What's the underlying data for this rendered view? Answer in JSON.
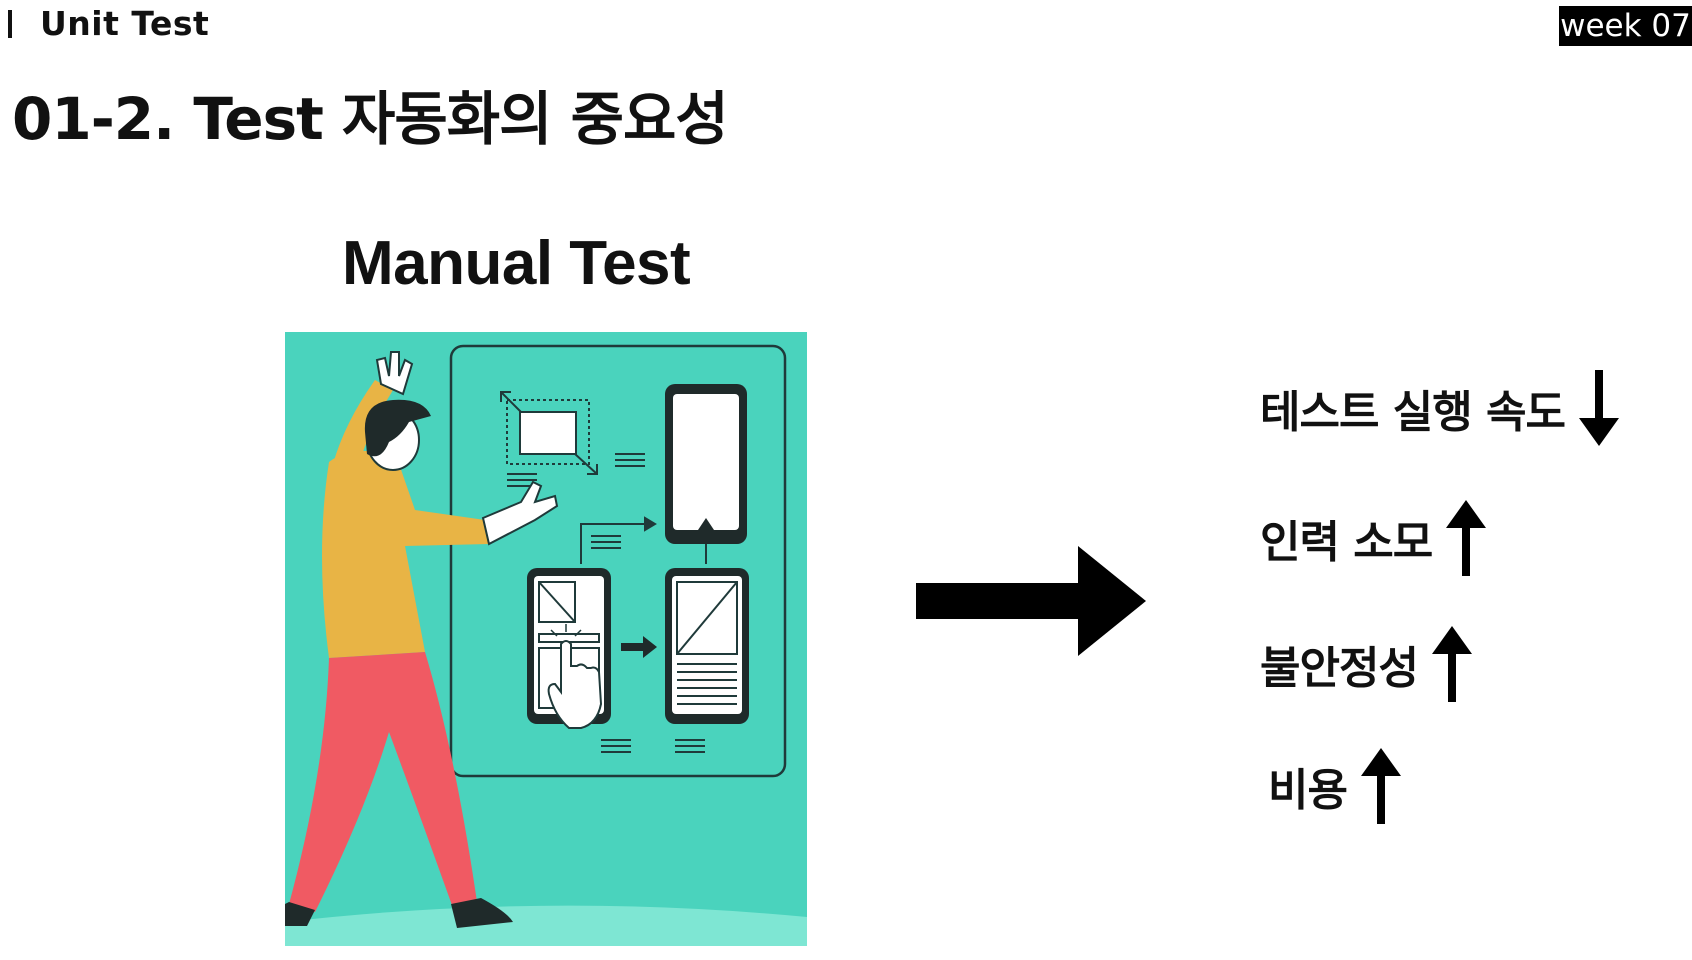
{
  "header": {
    "section": "Unit Test",
    "badge": "week 07"
  },
  "title": "01-2. Test 자동화의 중요성",
  "left_panel": {
    "caption": "Manual Test",
    "illustration_icon": "person-testing-mobile-wireframes-illustration"
  },
  "transition_icon": "right-arrow-icon",
  "effects": [
    {
      "label": "테스트 실행 속도",
      "direction": "down"
    },
    {
      "label": "인력 소모",
      "direction": "up"
    },
    {
      "label": "불안정성",
      "direction": "up"
    },
    {
      "label": "비용",
      "direction": "up"
    }
  ],
  "colors": {
    "illustration_bg": "#4ad3bd",
    "shirt": "#e8b445",
    "pants": "#f05a63",
    "text": "#111111",
    "badge_bg": "#000000",
    "badge_text": "#ffffff"
  }
}
